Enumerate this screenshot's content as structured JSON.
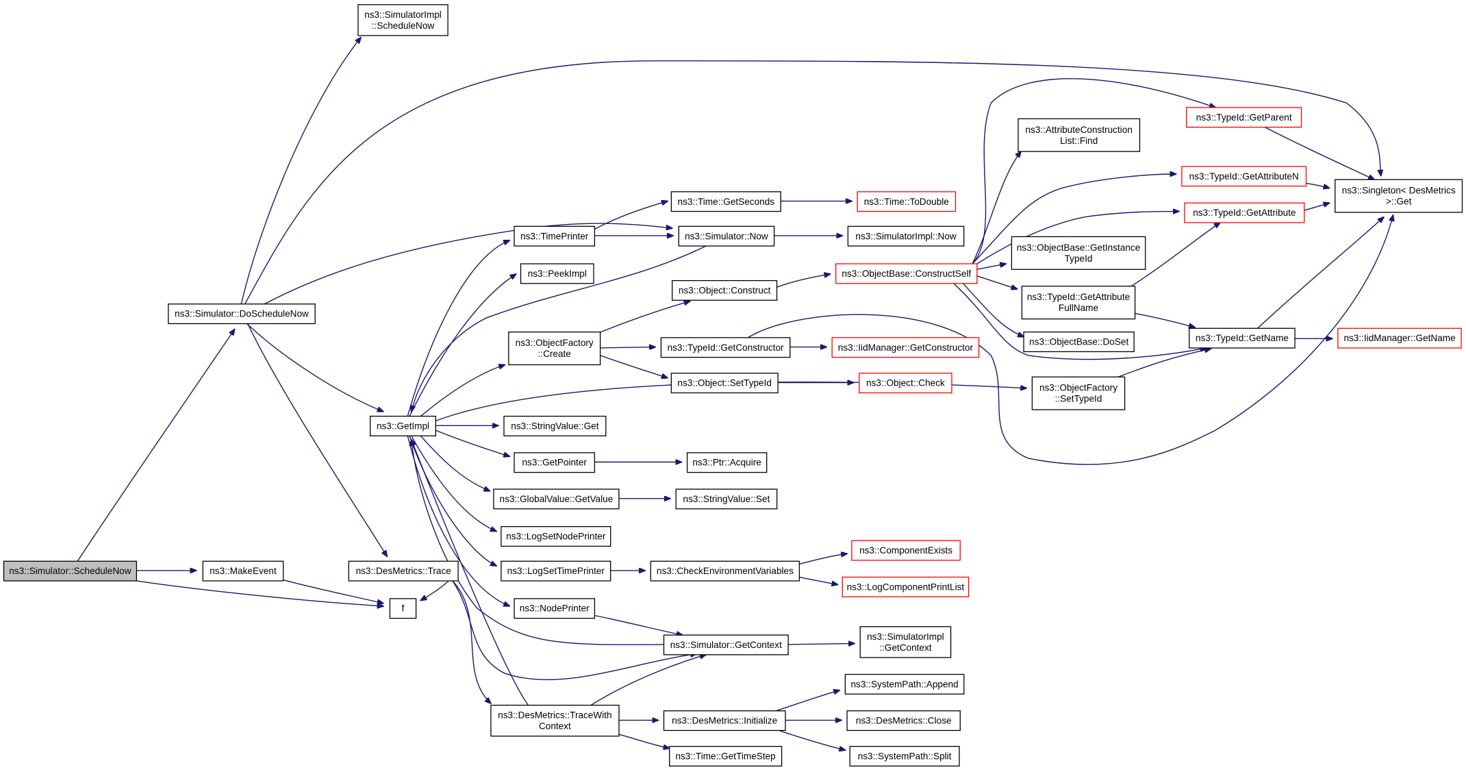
{
  "graph": {
    "root": "n_root",
    "nodes": [
      {
        "id": "n_root",
        "lines": [
          "ns3::Simulator::ScheduleNow"
        ],
        "style": "root"
      },
      {
        "id": "n_schedimpl",
        "lines": [
          "ns3::SimulatorImpl",
          "::ScheduleNow"
        ],
        "style": "normal"
      },
      {
        "id": "n_dosched",
        "lines": [
          "ns3::Simulator::DoScheduleNow"
        ],
        "style": "normal"
      },
      {
        "id": "n_makeevent",
        "lines": [
          "ns3::MakeEvent"
        ],
        "style": "normal"
      },
      {
        "id": "n_f",
        "lines": [
          "f"
        ],
        "style": "normal"
      },
      {
        "id": "n_trace",
        "lines": [
          "ns3::DesMetrics::Trace"
        ],
        "style": "normal"
      },
      {
        "id": "n_getimpl",
        "lines": [
          "ns3::GetImpl"
        ],
        "style": "normal"
      },
      {
        "id": "n_timeprinter",
        "lines": [
          "ns3::TimePrinter"
        ],
        "style": "normal"
      },
      {
        "id": "n_peekimpl",
        "lines": [
          "ns3::PeekImpl"
        ],
        "style": "normal"
      },
      {
        "id": "n_objfactcreate",
        "lines": [
          "ns3::ObjectFactory",
          "::Create"
        ],
        "style": "normal"
      },
      {
        "id": "n_strget",
        "lines": [
          "ns3::StringValue::Get"
        ],
        "style": "normal"
      },
      {
        "id": "n_getpointer",
        "lines": [
          "ns3::GetPointer"
        ],
        "style": "normal"
      },
      {
        "id": "n_globget",
        "lines": [
          "ns3::GlobalValue::GetValue"
        ],
        "style": "normal"
      },
      {
        "id": "n_lognode",
        "lines": [
          "ns3::LogSetNodePrinter"
        ],
        "style": "normal"
      },
      {
        "id": "n_logtime",
        "lines": [
          "ns3::LogSetTimePrinter"
        ],
        "style": "normal"
      },
      {
        "id": "n_nodeprinter",
        "lines": [
          "ns3::NodePrinter"
        ],
        "style": "normal"
      },
      {
        "id": "n_tracewith",
        "lines": [
          "ns3::DesMetrics::TraceWith",
          "Context"
        ],
        "style": "normal"
      },
      {
        "id": "n_getseconds",
        "lines": [
          "ns3::Time::GetSeconds"
        ],
        "style": "normal"
      },
      {
        "id": "n_simnow",
        "lines": [
          "ns3::Simulator::Now"
        ],
        "style": "normal"
      },
      {
        "id": "n_objconstruct",
        "lines": [
          "ns3::Object::Construct"
        ],
        "style": "normal"
      },
      {
        "id": "n_getconstructor",
        "lines": [
          "ns3::TypeId::GetConstructor"
        ],
        "style": "normal"
      },
      {
        "id": "n_settypeid",
        "lines": [
          "ns3::Object::SetTypeId"
        ],
        "style": "normal"
      },
      {
        "id": "n_ptracquire",
        "lines": [
          "ns3::Ptr::Acquire"
        ],
        "style": "normal"
      },
      {
        "id": "n_strset",
        "lines": [
          "ns3::StringValue::Set"
        ],
        "style": "normal"
      },
      {
        "id": "n_checkenv",
        "lines": [
          "ns3::CheckEnvironmentVariables"
        ],
        "style": "normal"
      },
      {
        "id": "n_getcontext",
        "lines": [
          "ns3::Simulator::GetContext"
        ],
        "style": "normal"
      },
      {
        "id": "n_desinit",
        "lines": [
          "ns3::DesMetrics::Initialize"
        ],
        "style": "normal"
      },
      {
        "id": "n_gettimestep",
        "lines": [
          "ns3::Time::GetTimeStep"
        ],
        "style": "normal"
      },
      {
        "id": "n_todouble",
        "lines": [
          "ns3::Time::ToDouble"
        ],
        "style": "ext"
      },
      {
        "id": "n_simimplnow",
        "lines": [
          "ns3::SimulatorImpl::Now"
        ],
        "style": "normal"
      },
      {
        "id": "n_constructself",
        "lines": [
          "ns3::ObjectBase::ConstructSelf"
        ],
        "style": "ext"
      },
      {
        "id": "n_iidgetcons",
        "lines": [
          "ns3::IidManager::GetConstructor"
        ],
        "style": "ext"
      },
      {
        "id": "n_objcheck",
        "lines": [
          "ns3::Object::Check"
        ],
        "style": "ext"
      },
      {
        "id": "n_compexists",
        "lines": [
          "ns3::ComponentExists"
        ],
        "style": "ext"
      },
      {
        "id": "n_logcomplist",
        "lines": [
          "ns3::LogComponentPrintList"
        ],
        "style": "ext"
      },
      {
        "id": "n_simimplctx",
        "lines": [
          "ns3::SimulatorImpl",
          "::GetContext"
        ],
        "style": "normal"
      },
      {
        "id": "n_spappend",
        "lines": [
          "ns3::SystemPath::Append"
        ],
        "style": "normal"
      },
      {
        "id": "n_desclose",
        "lines": [
          "ns3::DesMetrics::Close"
        ],
        "style": "normal"
      },
      {
        "id": "n_spsplit",
        "lines": [
          "ns3::SystemPath::Split"
        ],
        "style": "normal"
      },
      {
        "id": "n_attrfind",
        "lines": [
          "ns3::AttributeConstruction",
          "List::Find"
        ],
        "style": "normal"
      },
      {
        "id": "n_getinstance",
        "lines": [
          "ns3::ObjectBase::GetInstance",
          "TypeId"
        ],
        "style": "normal"
      },
      {
        "id": "n_getattrfull",
        "lines": [
          "ns3::TypeId::GetAttribute",
          "FullName"
        ],
        "style": "normal"
      },
      {
        "id": "n_doset",
        "lines": [
          "ns3::ObjectBase::DoSet"
        ],
        "style": "normal"
      },
      {
        "id": "n_factsettype",
        "lines": [
          "ns3::ObjectFactory",
          "::SetTypeId"
        ],
        "style": "normal"
      },
      {
        "id": "n_getparent",
        "lines": [
          "ns3::TypeId::GetParent"
        ],
        "style": "ext"
      },
      {
        "id": "n_getattrn",
        "lines": [
          "ns3::TypeId::GetAttributeN"
        ],
        "style": "ext"
      },
      {
        "id": "n_getattr",
        "lines": [
          "ns3::TypeId::GetAttribute"
        ],
        "style": "ext"
      },
      {
        "id": "n_getname",
        "lines": [
          "ns3::TypeId::GetName"
        ],
        "style": "normal"
      },
      {
        "id": "n_singleton",
        "lines": [
          "ns3::Singleton< DesMetrics",
          " >::Get"
        ],
        "style": "normal"
      },
      {
        "id": "n_iidgetname",
        "lines": [
          "ns3::IidManager::GetName"
        ],
        "style": "ext"
      }
    ]
  }
}
